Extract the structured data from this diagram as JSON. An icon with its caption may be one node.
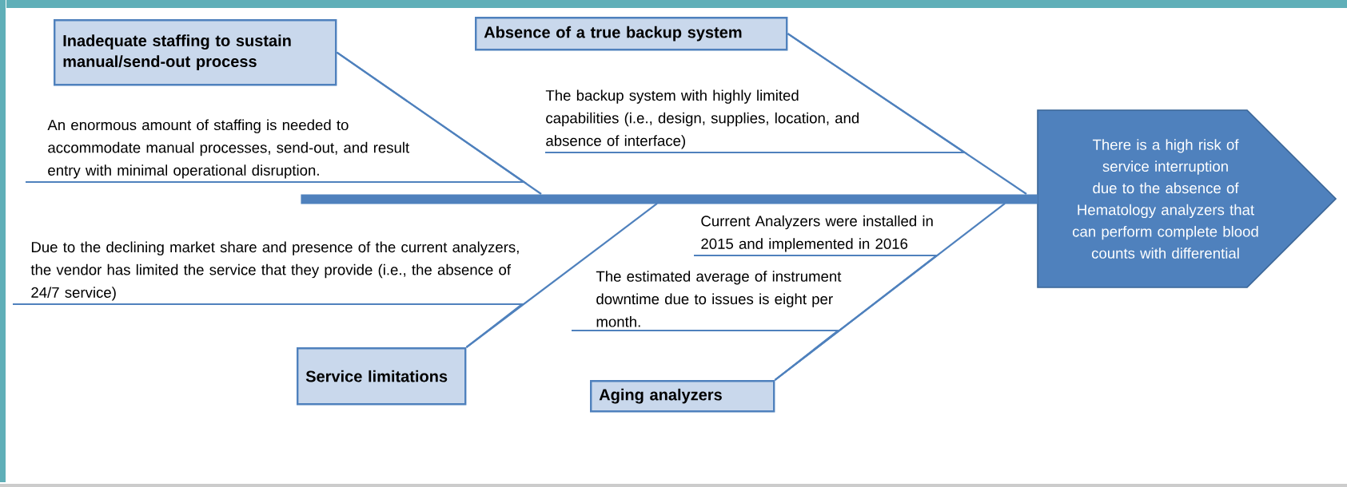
{
  "diagram": {
    "nodes": [
      {
        "text": [
          "Inadequate staffing to sustain manual/send-out process"
        ]
      },
      {
        "text": [
          "An enormous amount of staffing is needed to accommodate manual processes, send-out, and result entry with minimal operational disruption."
        ]
      },
      {
        "text": [
          "Absence of a true backup system"
        ]
      },
      {
        "text": [
          "The backup system with highly limited capabilities (i.e., design, supplies, location, and absence of interface)"
        ]
      },
      {
        "text": [
          "There is a high risk of service interruption due to the absence of Hematology analyzers that can perform complete blood counts with differential"
        ]
      },
      {
        "text": [
          "Current Analyzers were installed in 2015 and implemented in 2016"
        ]
      },
      {
        "text": [
          "The estimated average of instrument downtime due to issues is eight per month."
        ]
      },
      {
        "text": [
          "Due to the declining market share and presence of the current analyzers, the vendor has limited the service that they provide (i.e., the absence of 24/7 service)"
        ]
      },
      {
        "text": [
          "Service limitations"
        ]
      },
      {
        "text": [
          "Aging analyzers"
        ]
      },
      {
        "text": [],
        "shape": "bar"
      }
    ],
    "edges": [
      {
        "from": 0,
        "to": 10,
        "arrow": "none"
      },
      {
        "from": 2,
        "to": 10,
        "arrow": "none"
      },
      {
        "from": 8,
        "to": 10,
        "arrow": "none"
      },
      {
        "from": 9,
        "to": 10,
        "arrow": "none"
      },
      {
        "from": 1,
        "to": 0,
        "arrow": "none"
      },
      {
        "from": 3,
        "to": 2,
        "arrow": "none"
      },
      {
        "from": 7,
        "to": 8,
        "arrow": "none"
      },
      {
        "from": 5,
        "to": 9,
        "arrow": "none"
      },
      {
        "from": 6,
        "to": 9,
        "arrow": "none"
      }
    ]
  }
}
